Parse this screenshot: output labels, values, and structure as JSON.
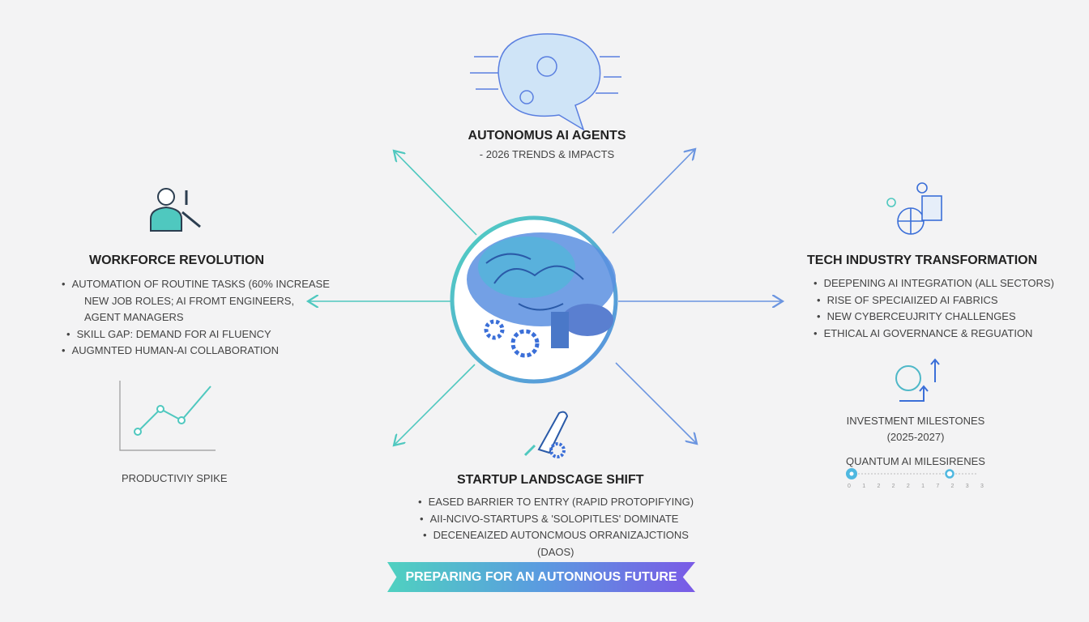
{
  "header": {
    "title": "AUTONOMUS AI AGENTS",
    "subtitle": "- 2026 TRENDS & IMPACTS"
  },
  "workforce": {
    "title": "WORKFORCE REVOLUTION",
    "items": [
      "AUTOMATION OF ROUTINE TASKS (60% INCREASE",
      "NEW JOB ROLES; AI FROMT ENGINEERS,",
      "AGENT MANAGERS",
      "SKILL GAP: DEMAND FOR AI FLUENCY",
      "AUGMNTED HUMAN-AI COLLABORATION"
    ],
    "chart_label": "PRODUCTIVIY SPIKE"
  },
  "tech": {
    "title": "TECH INDUSTRY TRANSFORMATION",
    "items": [
      "DEEPENING AI INTEGRATION (ALL SECTORS)",
      "RISE OF SPECIAIIZED AI FABRICS",
      "NEW CYBERCEUJRITY CHALLENGES",
      "ETHICAL AI GOVERNANCE & REGUATION"
    ],
    "investment_label": "INVESTMENT MILESTONES",
    "investment_years": "(2025-2027)",
    "quantum_label": "QUANTUM AI MILESIRENES",
    "timeline_ticks": [
      "0",
      "1",
      "2",
      "2",
      "2",
      "1",
      "7",
      "2",
      "3",
      "3"
    ]
  },
  "startup": {
    "title": "STARTUP LANDSCAGE SHIFT",
    "items": [
      "EASED BARRIER TO ENTRY (RAPID PROTOPIFYING)",
      "AII-NCIVO-STARTUPS & 'SOLOPITLES' DOMINATE",
      "DECENEAIZED AUTONCMOUS ORRANIZAJCTIONS",
      "(DAOS)"
    ]
  },
  "banner": {
    "text": "PREPARING FOR AN AUTONNOUS FUTURE"
  },
  "colors": {
    "teal": "#4fc8bf",
    "blue": "#5b8fe0",
    "purple": "#7a5ae6"
  }
}
